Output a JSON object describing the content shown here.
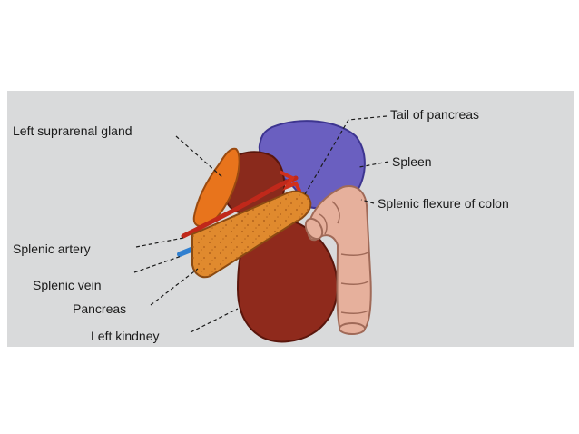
{
  "figure": {
    "labels": {
      "left_suprarenal_gland": "Left suprarenal gland",
      "splenic_artery": "Splenic artery",
      "splenic_vein": "Splenic vein",
      "pancreas": "Pancreas",
      "left_kidney": "Left kindney",
      "tail_of_pancreas": "Tail of pancreas",
      "spleen": "Spleen",
      "splenic_flexure_of_colon": "Splenic flexure of colon"
    },
    "colors": {
      "page_background": "#d9dadb",
      "spleen": "#6a5fc0",
      "kidney": "#8f2a1c",
      "suprarenal_gland": "#e8741c",
      "pancreas": "#e08a2e",
      "colon": "#e6b09c",
      "splenic_artery": "#c0281a",
      "splenic_vein": "#2f7fd0"
    }
  }
}
